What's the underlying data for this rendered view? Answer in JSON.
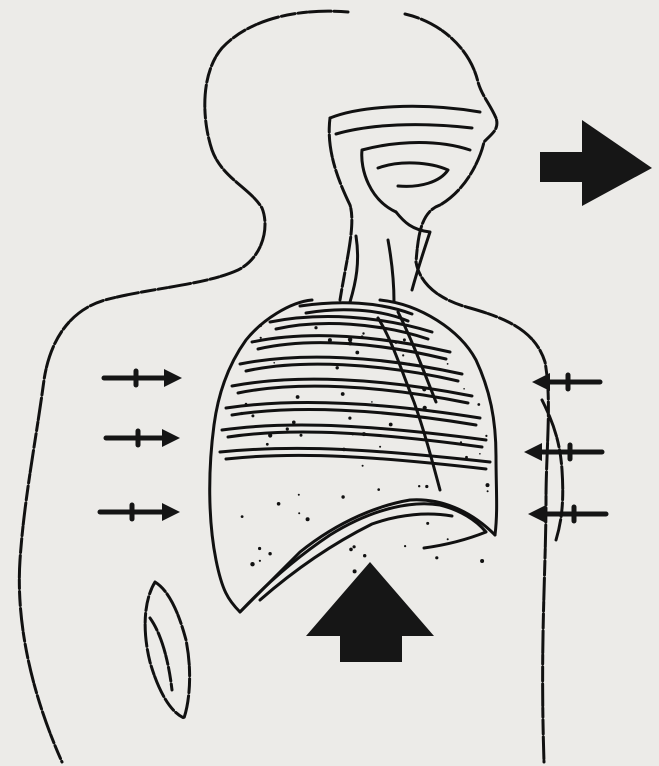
{
  "diagram": {
    "subject": "human-respiration-inhalation",
    "colors": {
      "background": "#ecebe8",
      "ink": "#111111"
    },
    "arrows": [
      {
        "name": "exhaled-air-arrow",
        "shape": "big",
        "direction": "right"
      },
      {
        "name": "diaphragm-push-arrow",
        "shape": "big",
        "direction": "up"
      },
      {
        "name": "left-chest-arrow-top",
        "shape": "small",
        "direction": "right"
      },
      {
        "name": "left-chest-arrow-middle",
        "shape": "small",
        "direction": "right"
      },
      {
        "name": "left-chest-arrow-bottom",
        "shape": "small",
        "direction": "right"
      },
      {
        "name": "right-chest-arrow-top",
        "shape": "small",
        "direction": "left"
      },
      {
        "name": "right-chest-arrow-middle",
        "shape": "small",
        "direction": "left"
      },
      {
        "name": "right-chest-arrow-bottom",
        "shape": "small",
        "direction": "left"
      }
    ]
  }
}
